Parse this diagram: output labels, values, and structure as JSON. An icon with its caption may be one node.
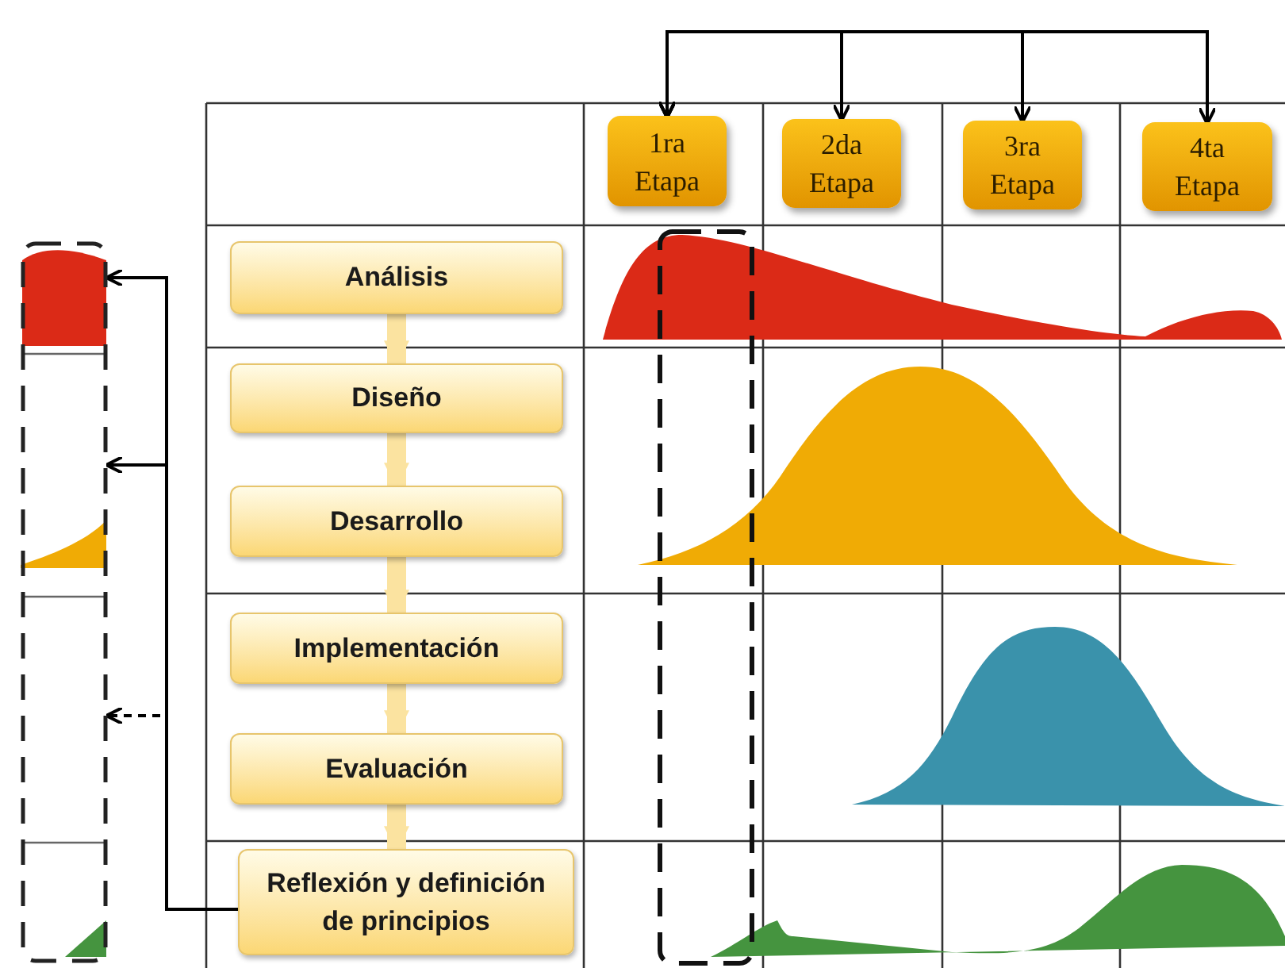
{
  "diagram": {
    "nodes": [
      {
        "text": [
          "1ra Etapa"
        ]
      },
      {
        "text": [
          "2da Etapa"
        ]
      },
      {
        "text": [
          "3ra Etapa"
        ]
      },
      {
        "text": [
          "4ta Etapa"
        ]
      },
      {
        "text": [
          "Análisis"
        ]
      },
      {
        "text": [
          "Diseño"
        ]
      },
      {
        "text": [
          "Desarrollo"
        ]
      },
      {
        "text": [
          "Implementación"
        ]
      },
      {
        "text": [
          "Evaluación"
        ]
      },
      {
        "text": [
          "Reflexión y definición de principios"
        ]
      },
      {
        "text": [],
        "shape": "box"
      }
    ],
    "edges": [
      {
        "from": 0,
        "to": 3,
        "arrow": "both"
      },
      {
        "from": 0,
        "to": 1,
        "arrow": "both"
      },
      {
        "from": 0,
        "to": 2,
        "arrow": "both"
      },
      {
        "from": 4,
        "to": 5,
        "arrow": "to",
        "style": "thick",
        "color": "#fbe3a0"
      },
      {
        "from": 5,
        "to": 6,
        "arrow": "to",
        "style": "thick",
        "color": "#fbe3a0"
      },
      {
        "from": 6,
        "to": 7,
        "arrow": "to",
        "style": "thick",
        "color": "#fbe3a0"
      },
      {
        "from": 7,
        "to": 8,
        "arrow": "to",
        "style": "thick",
        "color": "#fbe3a0"
      },
      {
        "from": 8,
        "to": 9,
        "arrow": "to",
        "style": "thick",
        "color": "#fbe3a0"
      },
      {
        "from": 9,
        "to": 10,
        "arrow": "to"
      },
      {
        "from": 9,
        "to": 10,
        "arrow": "to"
      },
      {
        "from": 9,
        "to": 10,
        "arrow": "to",
        "style": "dashed"
      }
    ]
  }
}
